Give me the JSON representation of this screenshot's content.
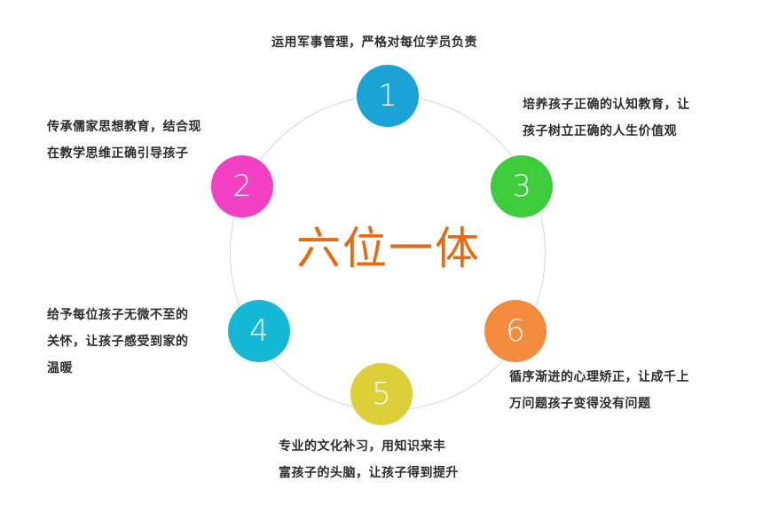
{
  "title": "六位一体",
  "colors": {
    "title": "#e8690f",
    "ring": "#d6d6d6",
    "text": "#2d2d2d"
  },
  "nodes": [
    {
      "number": "1",
      "color": "#1aa3d4",
      "lines": [
        "运用军事管理，严格对每位学员负责"
      ]
    },
    {
      "number": "2",
      "color": "#f23fc4",
      "lines": [
        "传承儒家思想教育，结合现",
        "在教学思维正确引导孩子"
      ]
    },
    {
      "number": "3",
      "color": "#3ccc3c",
      "lines": [
        "培养孩子正确的认知教育，让",
        "孩子树立正确的人生价值观"
      ]
    },
    {
      "number": "4",
      "color": "#15b8d4",
      "lines": [
        "给予每位孩子无微不至的",
        "关怀，让孩子感受到家的",
        "温暖"
      ]
    },
    {
      "number": "5",
      "color": "#dccf38",
      "lines": [
        "专业的文化补习，用知识来丰",
        "富孩子的头脑，让孩子得到提升"
      ]
    },
    {
      "number": "6",
      "color": "#f28c3c",
      "lines": [
        "循序渐进的心理矫正，让成千上",
        "万问题孩子变得没有问题"
      ]
    }
  ]
}
